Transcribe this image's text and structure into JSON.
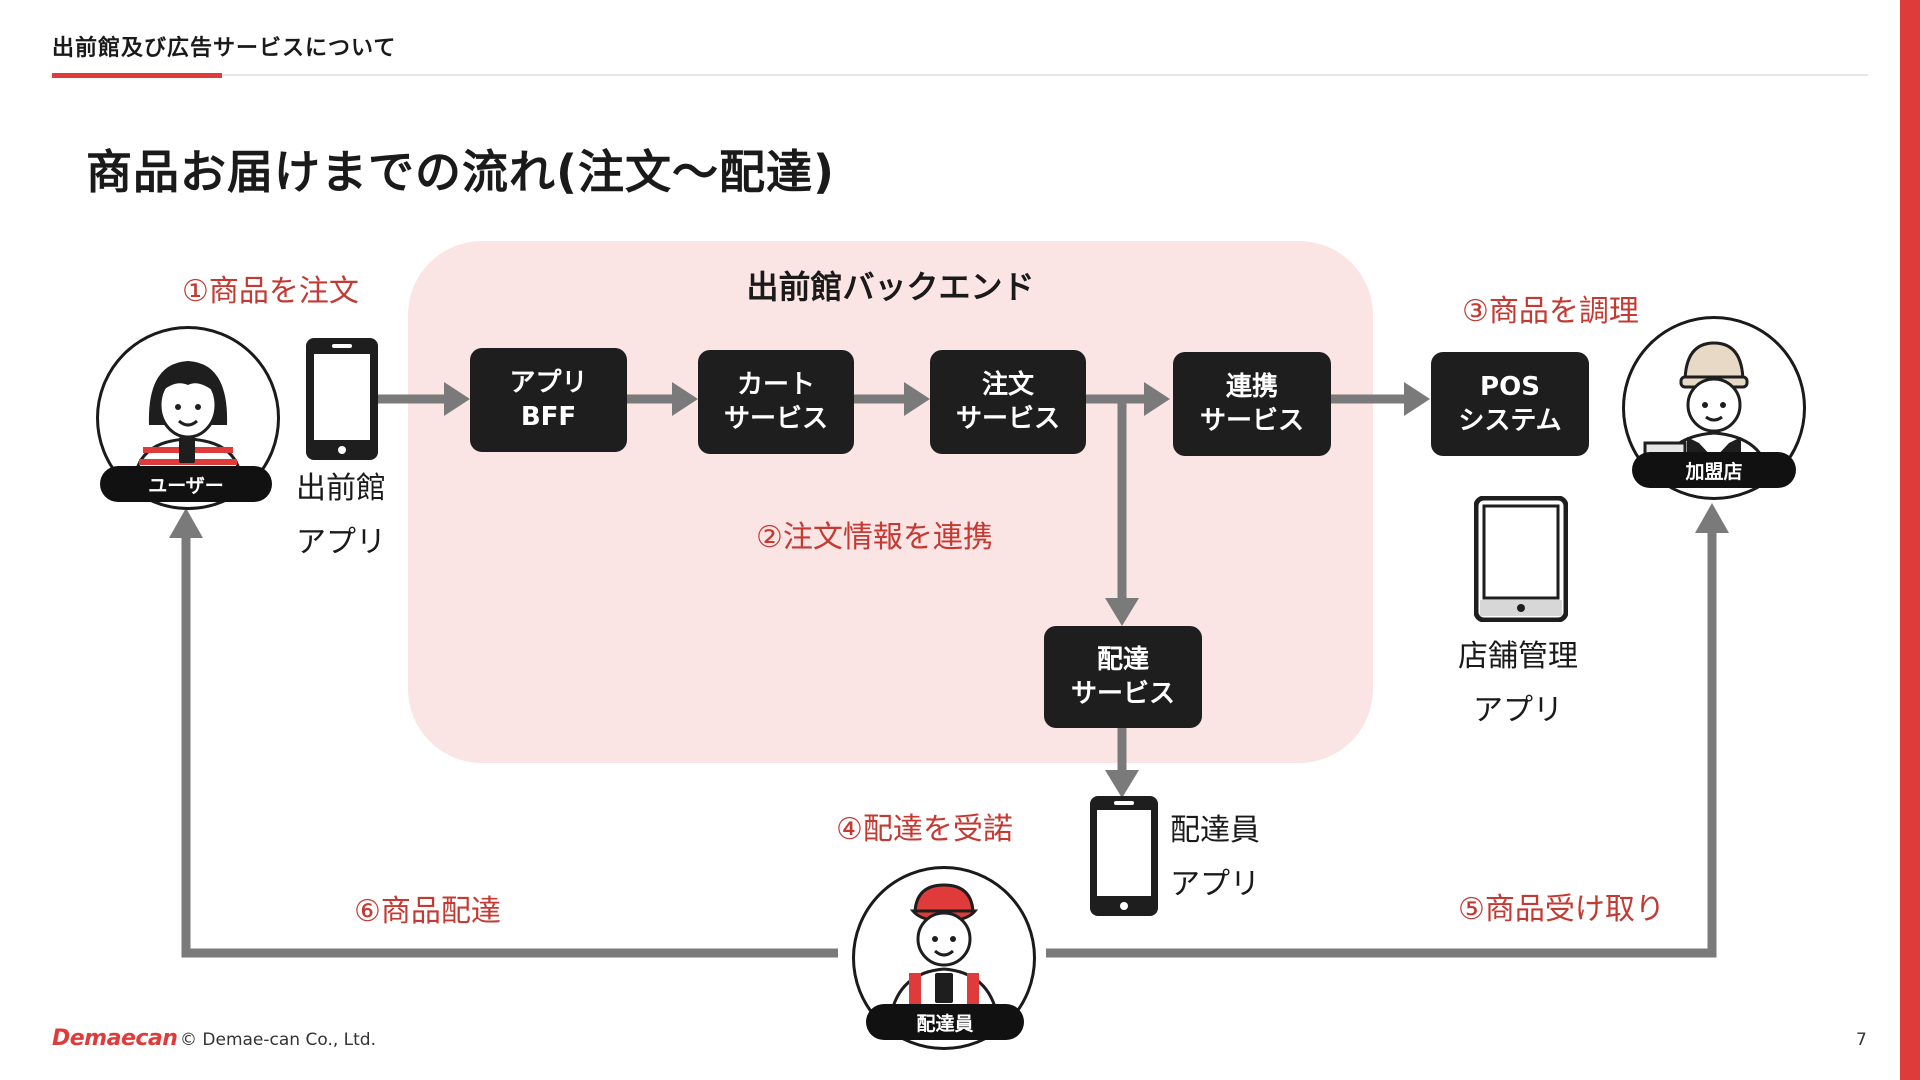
{
  "header": {
    "title": "出前館及び広告サービスについて"
  },
  "slide": {
    "title": "商品お届けまでの流れ(注文〜配達)"
  },
  "backend": {
    "title": "出前館バックエンド"
  },
  "boxes": {
    "app_bff": "アプリ\nBFF",
    "cart": "カート\nサービス",
    "order": "注文\nサービス",
    "link": "連携\nサービス",
    "pos": "POS\nシステム",
    "delivery": "配達\nサービス"
  },
  "steps": {
    "s1": "①商品を注文",
    "s2": "②注文情報を連携",
    "s3": "③商品を調理",
    "s4": "④配達を受諾",
    "s5": "⑤商品受け取り",
    "s6": "⑥商品配達"
  },
  "captions": {
    "user_app": "出前館\nアプリ",
    "store_app": "店舗管理\nアプリ",
    "courier_app": "配達員\nアプリ"
  },
  "actors": {
    "user": "ユーザー",
    "store": "加盟店",
    "courier": "配達員"
  },
  "footer": {
    "logo": "Demaecan",
    "copyright": "© Demae-can Co., Ltd.",
    "page": "7"
  },
  "colors": {
    "accent": "#e03b3b",
    "step_text": "#c43a33",
    "backend_bg": "#fbe4e4",
    "box_bg": "#1e1e1e",
    "arrow": "#7a7a7a"
  }
}
